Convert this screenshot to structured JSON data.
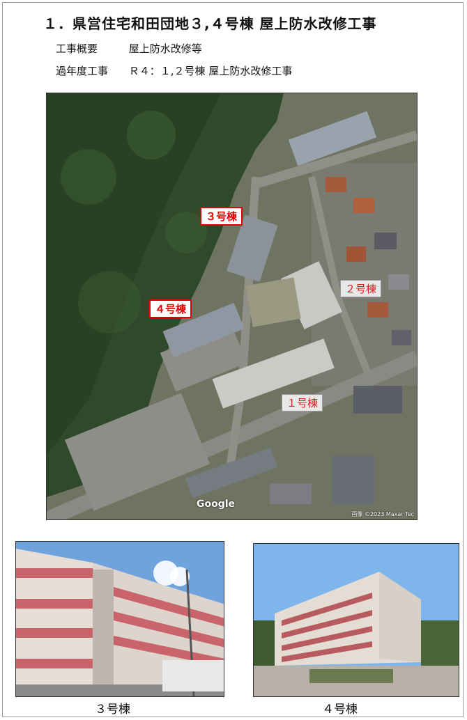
{
  "title": "１．県営住宅和田団地３,４号棟 屋上防水改修工事",
  "overview": {
    "label": "工事概要",
    "value": "屋上防水改修等"
  },
  "past_work": {
    "label": "過年度工事",
    "value": "Ｒ４：１,２号棟 屋上防水改修工事"
  },
  "aerial": {
    "labels": {
      "b3": "３号棟",
      "b4": "４号棟",
      "b2": "２号棟",
      "b1": "１号棟"
    },
    "watermark": "Google",
    "copyright": "画像 ©2023 Maxar Tec"
  },
  "photos": {
    "b3_caption": "３号棟",
    "b4_caption": "４号棟"
  }
}
